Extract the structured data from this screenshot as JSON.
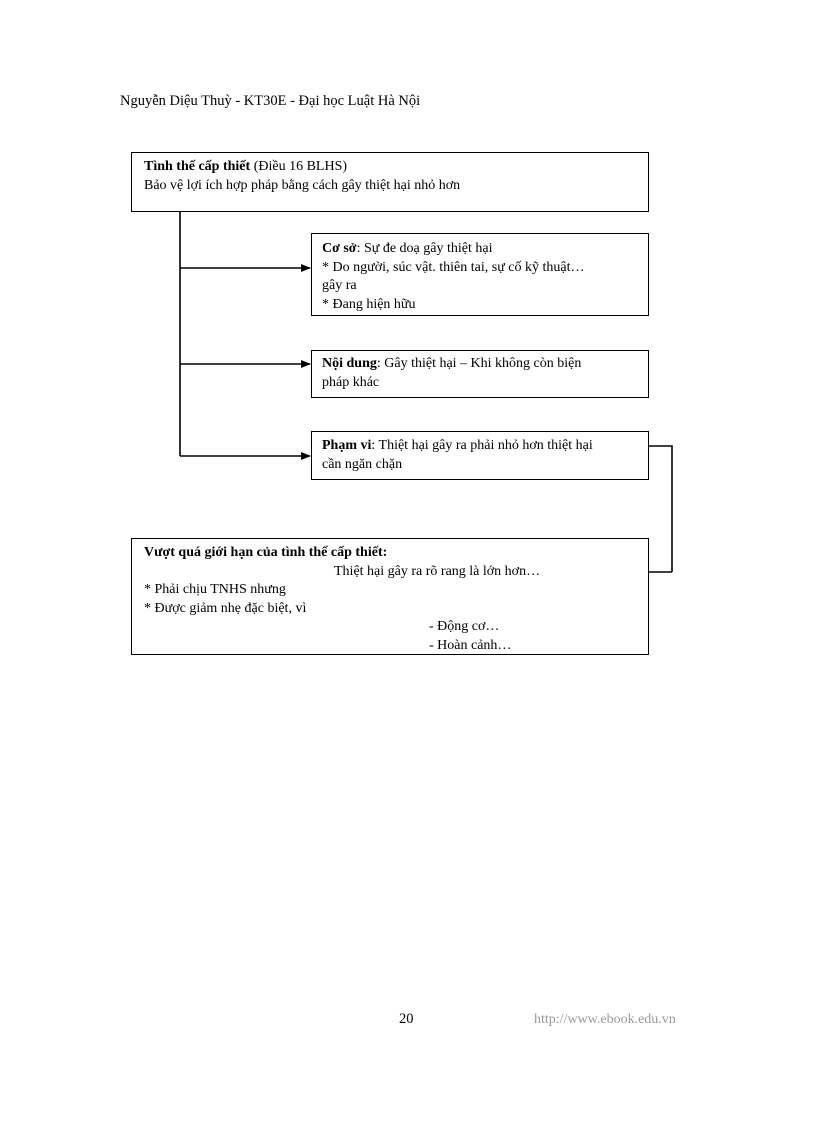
{
  "header": {
    "text": "Nguyễn Diệu Thuỳ - KT30E - Đại học Luật Hà Nội"
  },
  "diagram": {
    "main_box": {
      "title": "Tình thế cấp thiết",
      "title_suffix": " (Điều 16 BLHS)",
      "line2": "Bảo vệ lợi ích hợp pháp bằng cách gây thiệt hại nhỏ hơn"
    },
    "coso_box": {
      "label": "Cơ sở",
      "text": ": Sự đe doạ gây thiệt hại",
      "line2": "* Do người, súc vật. thiên tai, sự cố kỹ thuật…",
      "line3": "gây ra",
      "line4": "* Đang hiện hữu"
    },
    "noidung_box": {
      "label": "Nội dung",
      "text": ": Gây thiệt hại – Khi không còn biện",
      "line2": "pháp khác"
    },
    "phamvi_box": {
      "label": "Phạm vi",
      "text": ": Thiệt hại gây ra phải nhỏ hơn thiệt hại",
      "line2": "cần ngăn chặn"
    },
    "vuotqua_box": {
      "title": "Vượt quá giới hạn của tình thế cấp thiết:",
      "line2": "Thiệt hại gây ra rõ rang là lớn hơn…",
      "line3": "* Phải chịu TNHS nhưng",
      "line4": "* Được giảm nhẹ đặc biệt, vì",
      "line5": "- Động cơ…",
      "line6": "- Hoàn cảnh…"
    }
  },
  "footer": {
    "page_number": "20",
    "url": "http://www.ebook.edu.vn"
  }
}
